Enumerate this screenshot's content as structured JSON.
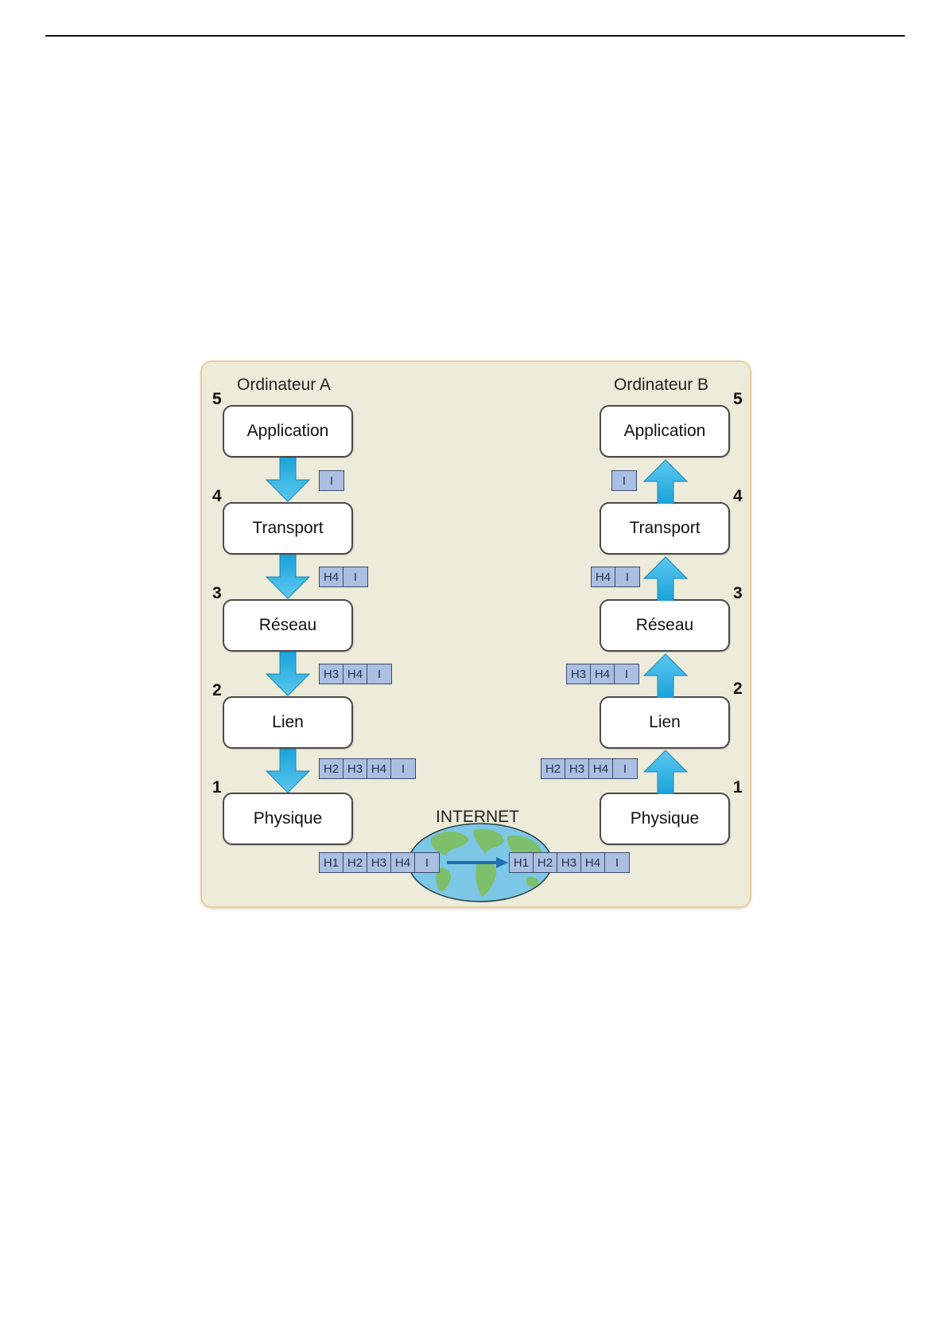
{
  "diagram": {
    "computer_a": {
      "title": "Ordinateur A"
    },
    "computer_b": {
      "title": "Ordinateur B"
    },
    "layers": [
      {
        "number": "5",
        "name": "Application"
      },
      {
        "number": "4",
        "name": "Transport"
      },
      {
        "number": "3",
        "name": "Réseau"
      },
      {
        "number": "2",
        "name": "Lien"
      },
      {
        "number": "1",
        "name": "Physique"
      }
    ],
    "packets": {
      "after_application": [
        "I"
      ],
      "after_transport": [
        "H4",
        "I"
      ],
      "after_reseau": [
        "H3",
        "H4",
        "I"
      ],
      "after_lien": [
        "H2",
        "H3",
        "H4",
        "I"
      ],
      "physical": [
        "H1",
        "H2",
        "H3",
        "H4",
        "I"
      ]
    },
    "internet_label": "INTERNET",
    "colors": {
      "frame_bg": "#edebd9",
      "frame_border": "#e6cfa0",
      "arrow_fill": "#2db3e6",
      "packet_fill": "#aabfe2",
      "globe_water": "#7cc7e6",
      "globe_land": "#7dbf6a",
      "transfer_arrow": "#1f6fb3"
    }
  }
}
